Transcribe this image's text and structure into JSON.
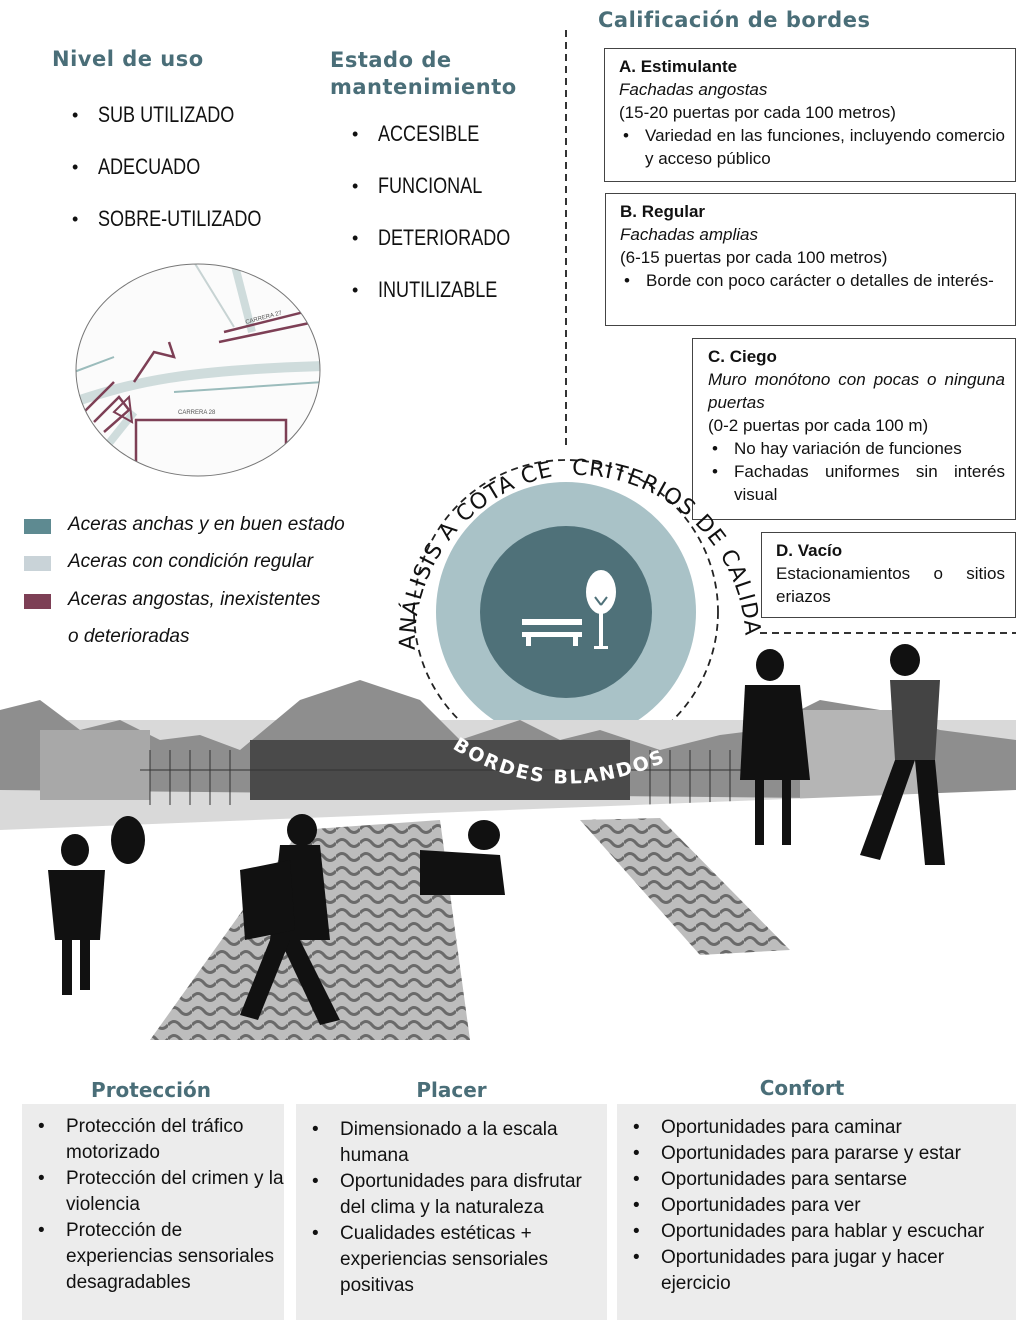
{
  "nivel_uso": {
    "title": "Nivel de uso",
    "items": [
      "SUB UTILIZADO",
      "ADECUADO",
      "SOBRE-UTILIZADO"
    ]
  },
  "estado": {
    "title_line1": "Estado de",
    "title_line2": "mantenimiento",
    "items": [
      "ACCESIBLE",
      "FUNCIONAL",
      "DETERIORADO",
      "INUTILIZABLE"
    ]
  },
  "calificacion": {
    "title": "Calificación de bordes",
    "a": {
      "heading": "A.  Estimulante",
      "italic": "Fachadas angostas",
      "line": "(15-20 puertas por cada 100 metros)",
      "bullet": "Variedad en las funciones, incluyendo comercio y acceso público"
    },
    "b": {
      "heading": "B. Regular",
      "italic": "Fachadas amplias",
      "line": "(6-15 puertas por cada 100 metros)",
      "bullet": "Borde con poco carácter o detalles de interés-"
    },
    "c": {
      "heading": "C. Ciego",
      "italic": "Muro monótono con pocas o ninguna puertas",
      "line": "(0-2 puertas por cada 100 m)",
      "bullet1": "No hay variación de funciones",
      "bullet2": "Fachadas uniformes sin interés visual"
    },
    "d": {
      "heading": "D. Vacío",
      "text": "Estacionamientos o sitios eriazos"
    }
  },
  "legend": {
    "items": [
      {
        "label": "Aceras anchas y en buen estado",
        "color": "#5e8a91"
      },
      {
        "label": "Aceras con condición regular",
        "color": "#c9d3d8"
      },
      {
        "label": "Aceras angostas, inexistentes",
        "color": "#7d3f55"
      }
    ],
    "continuation": "o deterioradas"
  },
  "circle_labels": {
    "left": "ANÁLISIS A COTA CERO",
    "right": "CRITERIOS DE CALIDAD",
    "bottom": "BORDES BLANDOS"
  },
  "map_labels": {
    "top": "CARRERA 27",
    "bottom": "CARRERA 28"
  },
  "colors": {
    "heading": "#4a6e78",
    "circle_outer": "#a9c2c7",
    "circle_inner": "#4f7179",
    "box_bg": "#ececec"
  },
  "bottom": {
    "proteccion": {
      "title": "Protección",
      "items": [
        "Protección del tráfico motorizado",
        "Protección del crimen y la violencia",
        "Protección de experiencias sensoriales desagradables"
      ]
    },
    "placer": {
      "title": "Placer",
      "items": [
        "Dimensionado a la escala humana",
        "Oportunidades para disfrutar del clima y la naturaleza",
        "Cualidades estéticas + experiencias sensoriales positivas"
      ]
    },
    "confort": {
      "title": "Confort",
      "items": [
        "Oportunidades para caminar",
        "Oportunidades para pararse y estar",
        "Oportunidades para sentarse",
        "Oportunidades para ver",
        "Oportunidades para hablar y escuchar",
        "Oportunidades para jugar y hacer ejercicio"
      ]
    }
  }
}
